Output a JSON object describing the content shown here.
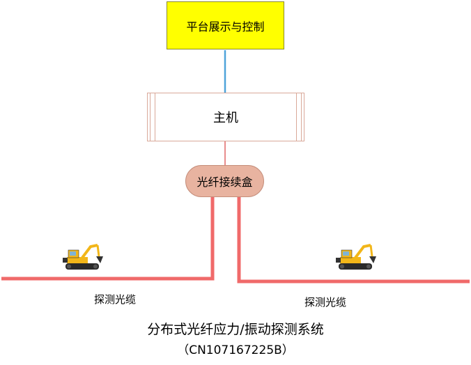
{
  "nodes": {
    "platform": "平台展示与控制",
    "host": "主机",
    "splice_box": "光纤接续盒"
  },
  "cables": {
    "left_label": "探测光缆",
    "right_label": "探测光缆"
  },
  "title": "分布式光纤应力/振动探测系统",
  "patent": "（CN107167225B）",
  "icons": [
    "excavator-icon",
    "excavator-icon"
  ],
  "colors": {
    "platform_fill": "#ffff00",
    "link_blue": "#4fa3d9",
    "link_red": "#e06666",
    "cable_red": "#f06a6a",
    "splice_fill": "#e8b3a0",
    "excavator_yellow": "#f2b619"
  }
}
